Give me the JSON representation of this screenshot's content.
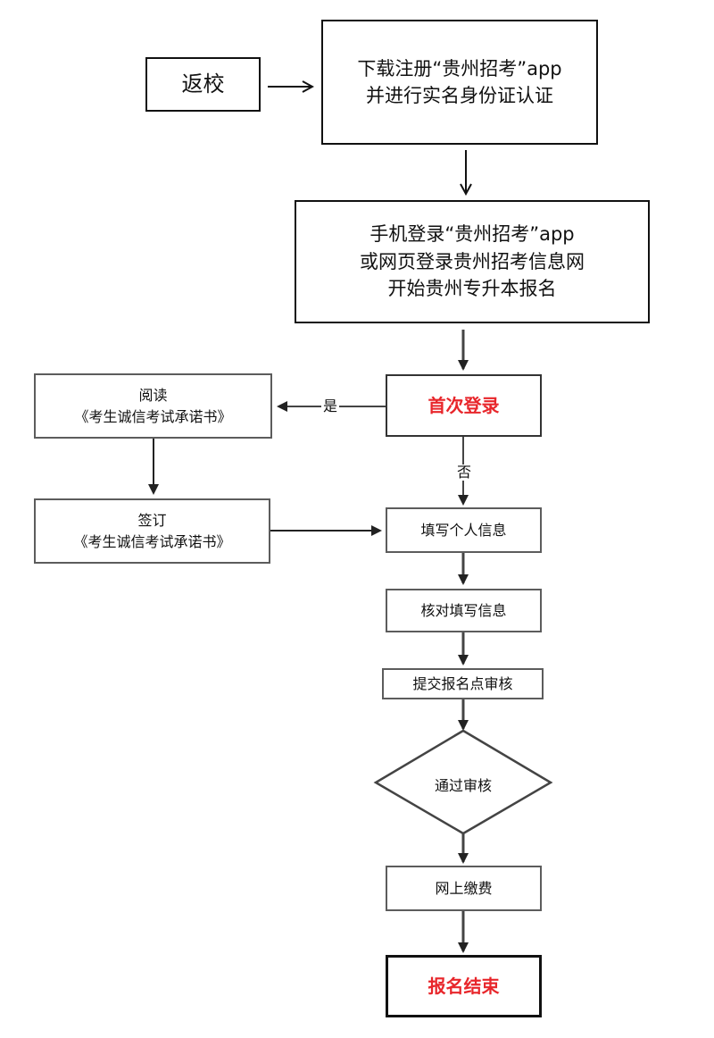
{
  "nodes": {
    "back_to_school": "返校",
    "download": [
      "下载注册“贵州招考”app",
      "并进行实名身份证认证"
    ],
    "login": [
      "手机登录“贵州招考”app",
      "或网页登录贵州招考信息网",
      "开始贵州专升本报名"
    ],
    "first_login": "首次登录",
    "read": [
      "阅读",
      "《考生诚信考试承诺书》"
    ],
    "sign": [
      "签订",
      "《考生诚信考试承诺书》"
    ],
    "fill_info": "填写个人信息",
    "check_info": "核对填写信息",
    "submit": "提交报名点审核",
    "pass_review": "通过审核",
    "pay_online": "网上缴费",
    "end": "报名结束"
  },
  "edge_labels": {
    "yes": "是",
    "no": "否"
  },
  "colors": {
    "highlight": "#e8262b",
    "border_dark": "#111111",
    "border_gray": "#5c5c5c",
    "arrow": "#222222"
  }
}
